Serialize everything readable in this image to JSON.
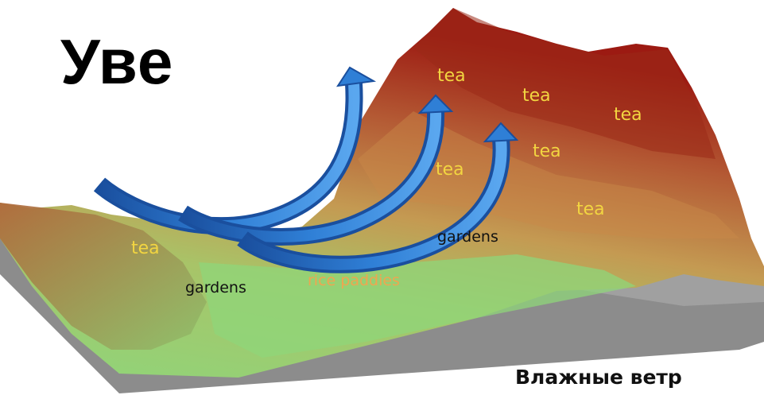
{
  "heading": "Уве",
  "caption": "Влажные ветр",
  "labels": {
    "tea": [
      "tea",
      "tea",
      "tea",
      "tea",
      "tea",
      "tea",
      "tea"
    ],
    "gardens": [
      "gardens",
      "gardens"
    ],
    "rice_paddies": "rice paddies"
  },
  "colors": {
    "arrow": "#2f7fd6",
    "arrow_dark": "#1a4f9e",
    "terrain_low": "#8fd57a",
    "terrain_high": "#9c1a12",
    "base": "#8c8c8c"
  },
  "icons": [
    "wind-arrow",
    "wind-arrow",
    "wind-arrow"
  ]
}
